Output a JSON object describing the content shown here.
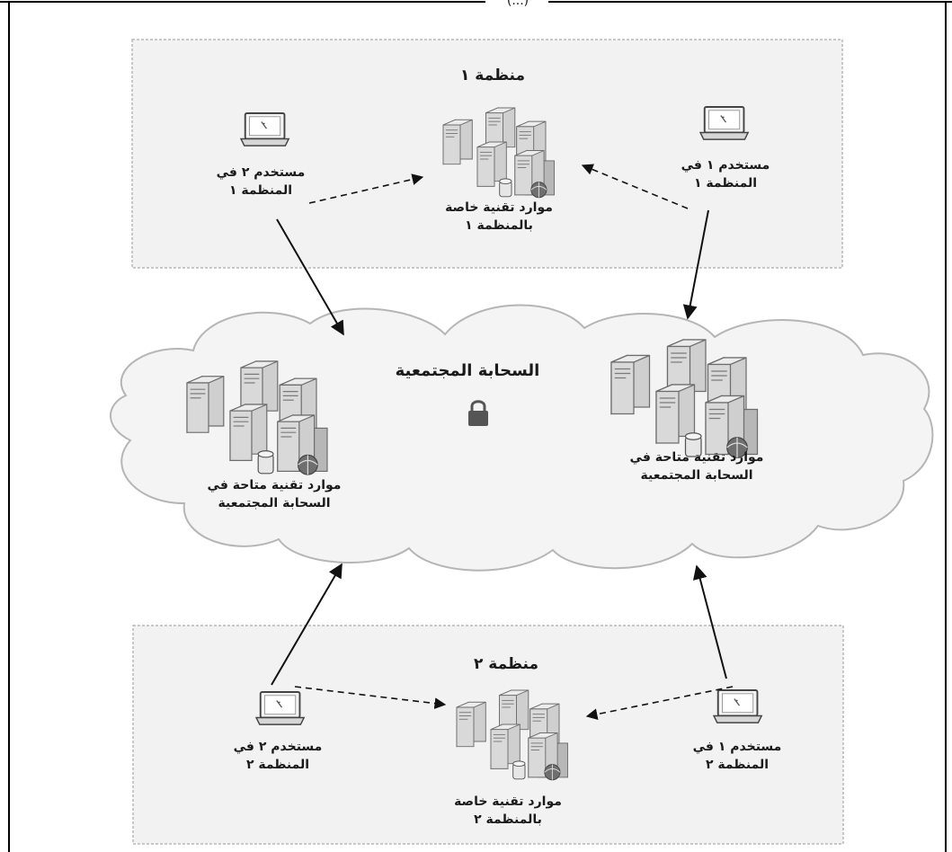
{
  "header_fragment": "(...)",
  "org1": {
    "title": "منظمة ١",
    "user2": "مستخدم ٢ في\nالمنظمة ١",
    "user1": "مستخدم ١ في\nالمنظمة ١",
    "resources": "موارد تقنية خاصة\nبالمنظمة ١"
  },
  "cloud": {
    "title": "السحابة المجتمعية",
    "resources_left": "موارد تقنية متاحة في\nالسحابة المجتمعية",
    "resources_right": "موارد تقنية متاحة في\nالسحابة المجتمعية"
  },
  "org2": {
    "title": "منظمة ٢",
    "user2": "مستخدم ٢ في\nالمنظمة ٢",
    "user1": "مستخدم ١ في\nالمنظمة ٢",
    "resources": "موارد تقنية خاصة\nبالمنظمة ٢"
  },
  "icons": {
    "laptop": "laptop-icon",
    "servers": "server-cluster-icon",
    "lock": "lock-icon"
  },
  "colors": {
    "frame": "#000000",
    "org_box_fill": "#f2f2f2",
    "org_box_border": "#b8b8b8",
    "cloud_fill": "#f4f4f4",
    "cloud_stroke": "#b5b5b5",
    "server_light": "#dcdcdc",
    "server_dark": "#9a9a9a"
  }
}
